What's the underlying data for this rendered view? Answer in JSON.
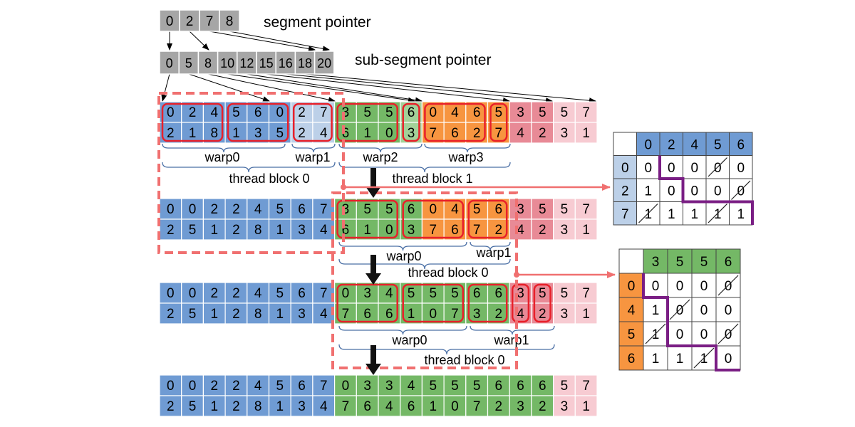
{
  "labels": {
    "segment_pointer": "segment pointer",
    "sub_segment_pointer": "sub-segment pointer"
  },
  "segment_pointer": [
    "0",
    "2",
    "7",
    "8"
  ],
  "sub_segment_pointer": [
    "0",
    "5",
    "8",
    "10",
    "12",
    "15",
    "16",
    "18",
    "20"
  ],
  "colors": {
    "blue": "#6f9bd3",
    "light_blue": "#bcd0e8",
    "green": "#74b866",
    "light_green": "#a3d199",
    "orange": "#f79540",
    "rose": "#e88a96",
    "pink": "#f7cbd2",
    "gray": "#a6a6a6",
    "red_box": "#e8202a",
    "dashed": "#f07070",
    "purple": "#7a1e84"
  },
  "rows": [
    {
      "top": [
        "0",
        "2",
        "4",
        "5",
        "6",
        "0",
        "2",
        "7",
        "3",
        "5",
        "5",
        "6",
        "0",
        "4",
        "6",
        "5",
        "3",
        "5",
        "5",
        "7"
      ],
      "bottom": [
        "2",
        "1",
        "8",
        "1",
        "3",
        "5",
        "2",
        "4",
        "6",
        "1",
        "0",
        "3",
        "7",
        "6",
        "2",
        "7",
        "4",
        "2",
        "3",
        "1"
      ],
      "colors": [
        "blue",
        "blue",
        "blue",
        "blue",
        "blue",
        "blue",
        "light_blue",
        "light_blue",
        "green",
        "green",
        "green",
        "light_green",
        "orange",
        "orange",
        "orange",
        "orange",
        "rose",
        "rose",
        "pink",
        "pink"
      ]
    },
    {
      "top": [
        "0",
        "0",
        "2",
        "2",
        "4",
        "5",
        "6",
        "7",
        "3",
        "5",
        "5",
        "6",
        "0",
        "4",
        "5",
        "6",
        "3",
        "5",
        "5",
        "7"
      ],
      "bottom": [
        "2",
        "5",
        "1",
        "2",
        "8",
        "1",
        "3",
        "4",
        "6",
        "1",
        "0",
        "3",
        "7",
        "6",
        "7",
        "2",
        "4",
        "2",
        "3",
        "1"
      ],
      "colors": [
        "blue",
        "blue",
        "blue",
        "blue",
        "blue",
        "blue",
        "blue",
        "blue",
        "green",
        "green",
        "green",
        "green",
        "orange",
        "orange",
        "orange",
        "orange",
        "rose",
        "rose",
        "pink",
        "pink"
      ]
    },
    {
      "top": [
        "0",
        "0",
        "2",
        "2",
        "4",
        "5",
        "6",
        "7",
        "0",
        "3",
        "4",
        "5",
        "5",
        "5",
        "6",
        "6",
        "3",
        "5",
        "5",
        "7"
      ],
      "bottom": [
        "2",
        "5",
        "1",
        "2",
        "8",
        "1",
        "3",
        "4",
        "7",
        "6",
        "6",
        "1",
        "0",
        "7",
        "3",
        "2",
        "4",
        "2",
        "3",
        "1"
      ],
      "colors": [
        "blue",
        "blue",
        "blue",
        "blue",
        "blue",
        "blue",
        "blue",
        "blue",
        "green",
        "green",
        "green",
        "green",
        "green",
        "green",
        "green",
        "green",
        "rose",
        "rose",
        "pink",
        "pink"
      ]
    },
    {
      "top": [
        "0",
        "0",
        "2",
        "2",
        "4",
        "5",
        "6",
        "7",
        "0",
        "3",
        "3",
        "4",
        "5",
        "5",
        "5",
        "6",
        "6",
        "6",
        "5",
        "7"
      ],
      "bottom": [
        "2",
        "5",
        "1",
        "2",
        "8",
        "1",
        "3",
        "4",
        "7",
        "6",
        "4",
        "6",
        "1",
        "0",
        "7",
        "2",
        "3",
        "2",
        "3",
        "1"
      ],
      "colors": [
        "blue",
        "blue",
        "blue",
        "blue",
        "blue",
        "blue",
        "blue",
        "blue",
        "green",
        "green",
        "green",
        "green",
        "green",
        "green",
        "green",
        "green",
        "green",
        "green",
        "pink",
        "pink"
      ]
    }
  ],
  "row1_labels": {
    "warp0": "warp0",
    "warp1": "warp1",
    "warp2": "warp2",
    "warp3": "warp3",
    "tb0": "thread block 0",
    "tb1": "thread block 1"
  },
  "row2_labels": {
    "warp0": "warp0",
    "warp1": "warp1",
    "tb0": "thread block 0"
  },
  "row3_labels": {
    "warp0": "warp0",
    "warp1": "warp1",
    "tb0": "thread block 0"
  },
  "matrix1": {
    "col_headers": [
      "0",
      "2",
      "4",
      "5",
      "6"
    ],
    "row_headers": [
      "0",
      "2",
      "7"
    ],
    "cells": [
      [
        "0",
        "0",
        "0",
        "0",
        "0"
      ],
      [
        "1",
        "0",
        "0",
        "0",
        "0"
      ],
      [
        "1",
        "1",
        "1",
        "1",
        "1"
      ]
    ]
  },
  "matrix2": {
    "col_headers": [
      "3",
      "5",
      "5",
      "6"
    ],
    "row_headers": [
      "0",
      "4",
      "5",
      "6"
    ],
    "cells": [
      [
        "0",
        "0",
        "0",
        "0"
      ],
      [
        "1",
        "0",
        "0",
        "0"
      ],
      [
        "1",
        "0",
        "0",
        "0"
      ],
      [
        "1",
        "1",
        "1",
        "0"
      ]
    ]
  }
}
